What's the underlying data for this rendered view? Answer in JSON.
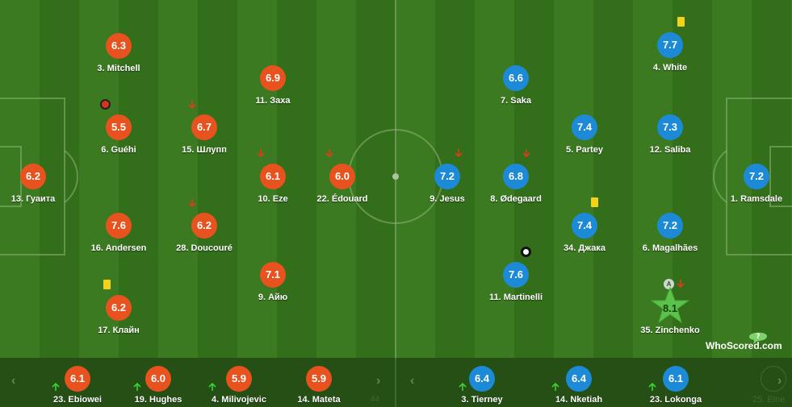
{
  "home_team": {
    "players": [
      {
        "number": "3",
        "name": "Mitchell",
        "rating": "6.3"
      },
      {
        "number": "6",
        "name": "Guéhi",
        "rating": "5.5"
      },
      {
        "number": "13",
        "name": "Гуаита",
        "rating": "6.2"
      },
      {
        "number": "16",
        "name": "Andersen",
        "rating": "7.6"
      },
      {
        "number": "17",
        "name": "Клайн",
        "rating": "6.2"
      },
      {
        "number": "15",
        "name": "Шлупп",
        "rating": "6.7"
      },
      {
        "number": "28",
        "name": "Doucouré",
        "rating": "6.2"
      },
      {
        "number": "11",
        "name": "Заха",
        "rating": "6.9"
      },
      {
        "number": "10",
        "name": "Eze",
        "rating": "6.1"
      },
      {
        "number": "9",
        "name": "Айю",
        "rating": "7.1"
      },
      {
        "number": "22",
        "name": "Édouard",
        "rating": "6.0"
      }
    ],
    "color": "#e8521e"
  },
  "away_team": {
    "players": [
      {
        "number": "9",
        "name": "Jesus",
        "rating": "7.2"
      },
      {
        "number": "7",
        "name": "Saka",
        "rating": "6.6"
      },
      {
        "number": "8",
        "name": "Ødegaard",
        "rating": "6.8"
      },
      {
        "number": "11",
        "name": "Martinelli",
        "rating": "7.6"
      },
      {
        "number": "5",
        "name": "Partey",
        "rating": "7.4"
      },
      {
        "number": "34",
        "name": "Джака",
        "rating": "7.4"
      },
      {
        "number": "4",
        "name": "White",
        "rating": "7.7"
      },
      {
        "number": "12",
        "name": "Saliba",
        "rating": "7.3"
      },
      {
        "number": "6",
        "name": "Magalhães",
        "rating": "7.2"
      },
      {
        "number": "35",
        "name": "Zinchenko",
        "rating": "8.1"
      },
      {
        "number": "1",
        "name": "Ramsdale",
        "rating": "7.2"
      }
    ],
    "color": "#1c8ad6",
    "captain_mark": "A"
  },
  "bench": {
    "home": [
      {
        "number": "23",
        "name": "Ebiowei",
        "rating": "6.1"
      },
      {
        "number": "19",
        "name": "Hughes",
        "rating": "6.0"
      },
      {
        "number": "4",
        "name": "Milivojevic",
        "rating": "5.9"
      },
      {
        "number": "14",
        "name": "Mateta",
        "rating": "5.9"
      }
    ],
    "away": [
      {
        "number": "3",
        "name": "Tierney",
        "rating": "6.4"
      },
      {
        "number": "14",
        "name": "Nketiah",
        "rating": "6.4"
      },
      {
        "number": "23",
        "name": "Lokonga",
        "rating": "6.1"
      }
    ],
    "prev_label": "‹",
    "next_label": "›",
    "partial_right": "25. Elne",
    "partial_mid": "44"
  },
  "branding": {
    "logo_text": "WhoScored.com"
  },
  "icons": {
    "sub_off": "red-down-arrow-icon",
    "sub_on": "green-up-arrow-icon",
    "yellow_card": "yellow-card-icon",
    "goal": "football-icon",
    "man_of_match": "star-icon"
  }
}
